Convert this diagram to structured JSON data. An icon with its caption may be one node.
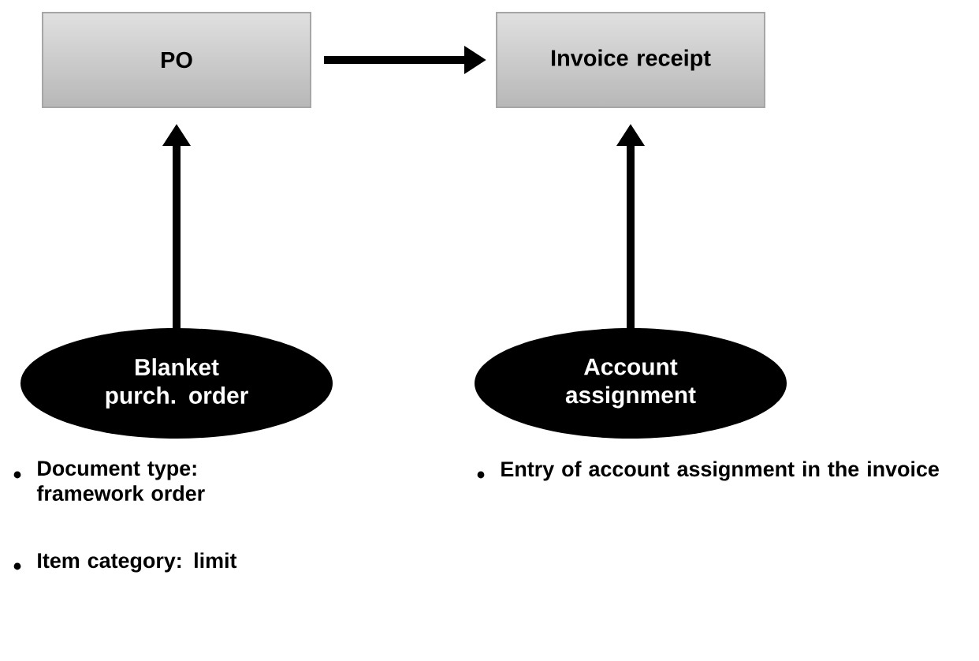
{
  "diagram": {
    "nodes": [
      {
        "text": [
          "PO"
        ]
      },
      {
        "text": [
          "Invoice receipt"
        ]
      },
      {
        "text": [
          "Blanket purch. order"
        ],
        "beside": [
          "Document type: framework order",
          "Item category: limit"
        ]
      },
      {
        "text": [
          "Account assignment"
        ],
        "beside": [
          "Entry of account assignment in the invoice"
        ]
      }
    ],
    "edges": [
      {
        "from": 0,
        "to": 1,
        "arrow": "to"
      },
      {
        "from": 2,
        "to": 0,
        "arrow": "to"
      },
      {
        "from": 3,
        "to": 1,
        "arrow": "to"
      }
    ]
  }
}
